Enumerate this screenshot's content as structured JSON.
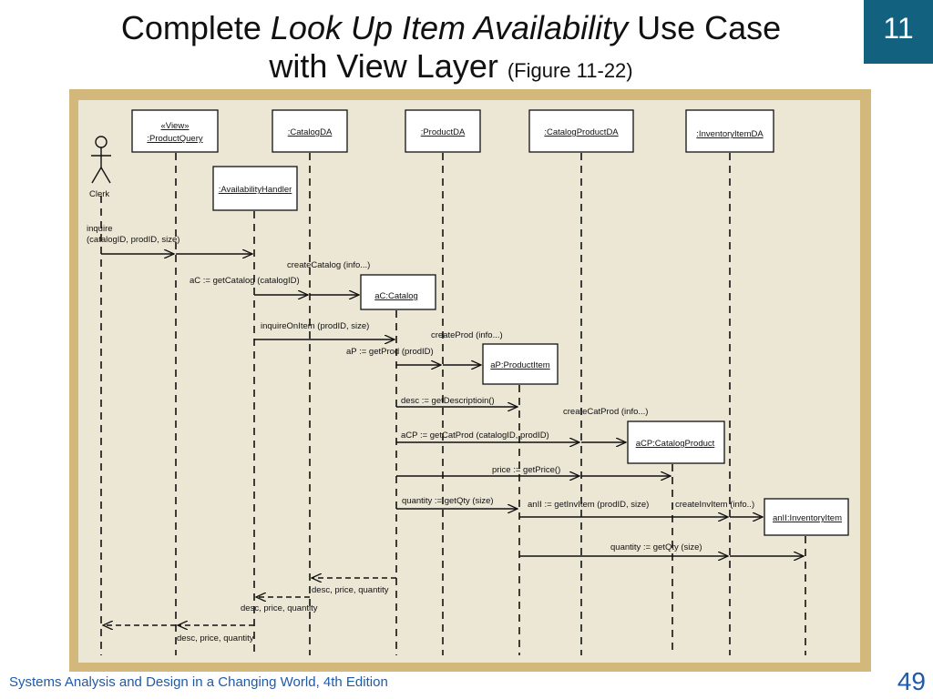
{
  "title": {
    "line1_pre": "Complete ",
    "line1_italic": "Look Up Item Availability",
    "line1_post": " Use Case",
    "line2": "with View Layer",
    "figure": "(Figure 11-22)"
  },
  "chapter_number": "11",
  "footer_text": "Systems Analysis and Design in a Changing World, 4th Edition",
  "page_number": "49",
  "colors": {
    "chapter_box": "#12617f",
    "frame": "#d2b87a",
    "panel": "#ece6d4",
    "footer": "#1f5aa8"
  },
  "diagram": {
    "actor_label": "Clerk",
    "objects": {
      "product_query_stereotype": "«View»",
      "product_query": ":ProductQuery",
      "catalog_da": ":CatalogDA",
      "product_da": ":ProductDA",
      "catalog_product_da": ":CatalogProductDA",
      "inventory_item_da": ":InventoryItemDA",
      "availability_handler": ":AvailabilityHandler",
      "catalog": "aC:Catalog",
      "product_item": "aP:ProductItem",
      "catalog_product": "aCP:CatalogProduct",
      "inventory_item": "anII:InventoryItem"
    },
    "messages": {
      "inquire_1": "inquire",
      "inquire_2": "(catalogID, prodID, size)",
      "create_catalog": "createCatalog (info...)",
      "get_catalog": "aC := getCatalog (catalogID)",
      "inquire_on_item": "inquireOnItem (prodID, size)",
      "create_prod": "createProd (info...)",
      "get_prod": "aP := getProd (prodID)",
      "get_description": "desc := getDescriptioin()",
      "create_cat_prod": "createCatProd (info...)",
      "get_cat_prod": "aCP := getCatProd (catalogID, prodID)",
      "get_price": "price := getPrice()",
      "get_qty_1": "quantity := getQty (size)",
      "get_inv_item": "anII := getInvItem (prodID, size)",
      "create_inv_item": "createInvItem (info..)",
      "get_qty_2": "quantity := getQty (size)",
      "return_1": "desc, price, quantity",
      "return_2": "desc, price, quantity",
      "return_3": "desc, price, quantity"
    }
  }
}
